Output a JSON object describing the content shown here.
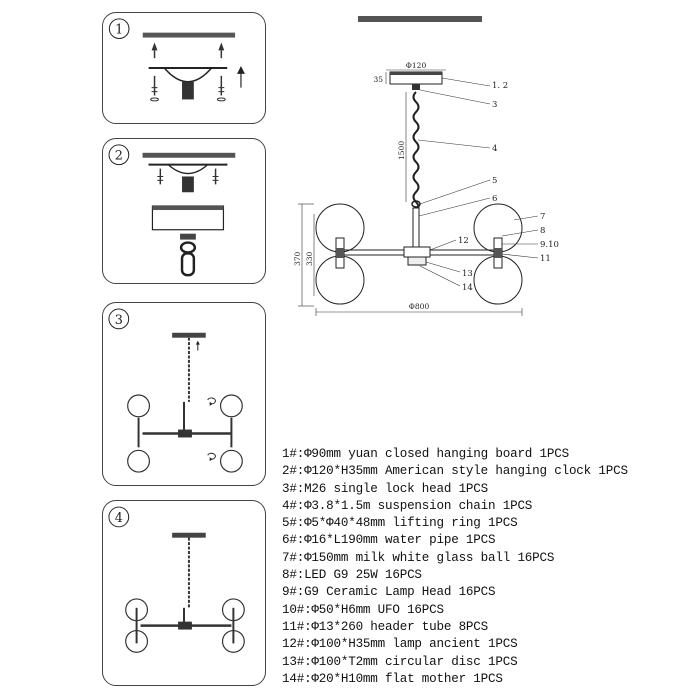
{
  "steps": [
    {
      "number": "1"
    },
    {
      "number": "2"
    },
    {
      "number": "3"
    },
    {
      "number": "4"
    }
  ],
  "diagram": {
    "callouts": [
      "1. 2",
      "3",
      "4",
      "5",
      "6",
      "7",
      "8",
      "9.10",
      "11",
      "12",
      "13",
      "14"
    ],
    "dimensions": {
      "canopy_diameter": "Φ120",
      "canopy_height": "35",
      "chain_length": "1500",
      "overall_height": "370",
      "arm_height": "330",
      "overall_width": "Φ800"
    }
  },
  "parts": [
    "1#:Φ90mm yuan closed hanging board 1PCS",
    "2#:Φ120*H35mm American style hanging clock 1PCS",
    "3#:M26 single lock head  1PCS",
    "4#:Φ3.8*1.5m suspension chain 1PCS",
    "5#:Φ5*Φ40*48mm lifting ring 1PCS",
    "6#:Φ16*L190mm water pipe 1PCS",
    "7#:Φ150mm milk white glass ball 16PCS",
    "8#:LED G9 25W 16PCS",
    "9#:G9 Ceramic Lamp Head 16PCS",
    "10#:Φ50*H6mm UFO 16PCS",
    "11#:Φ13*260 header tube 8PCS",
    "12#:Φ100*H35mm lamp ancient 1PCS",
    "13#:Φ100*T2mm circular disc 1PCS",
    "14#:Φ20*H10mm flat mother 1PCS"
  ]
}
